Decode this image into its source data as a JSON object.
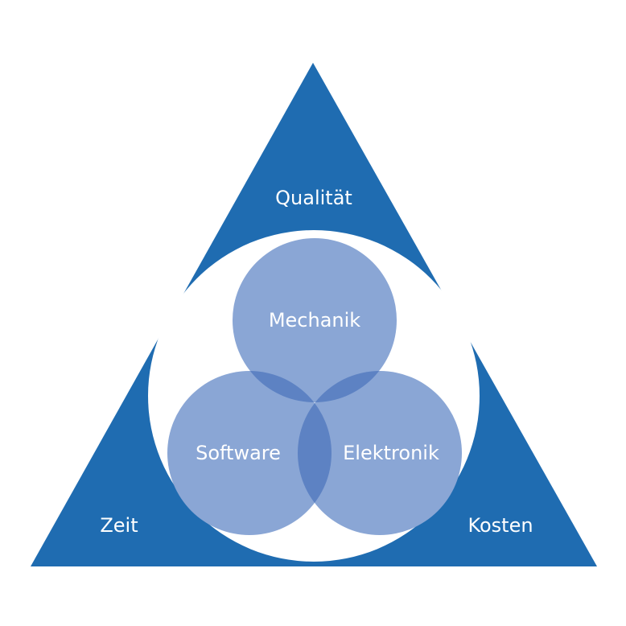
{
  "triangle": {
    "top_label": "Qualität",
    "left_label": "Zeit",
    "right_label": "Kosten",
    "fill_color": "#1f6cb1"
  },
  "inner": {
    "background_color": "#ffffff"
  },
  "circles": {
    "top": "Mechanik",
    "left": "Software",
    "right": "Elektronik",
    "fill_color": "#8aa6d5",
    "overlap_color": "#5d82c3"
  }
}
